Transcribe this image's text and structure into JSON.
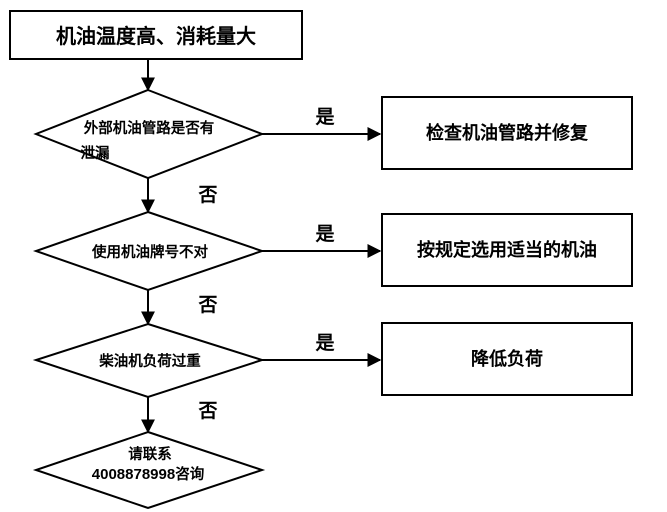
{
  "title": "机油温度高、消耗量大",
  "steps": [
    {
      "question_line1": "外部机油管路是否有",
      "question_line2": "泄漏",
      "yes_label": "是",
      "no_label": "否",
      "action": "检查机油管路并修复"
    },
    {
      "question": "使用机油牌号不对",
      "yes_label": "是",
      "no_label": "否",
      "action": "按规定选用适当的机油"
    },
    {
      "question": "柴油机负荷过重",
      "yes_label": "是",
      "no_label": "否",
      "action": "降低负荷"
    }
  ],
  "final": {
    "line1": "请联系",
    "phone": "4008878998",
    "suffix": "咨询"
  }
}
